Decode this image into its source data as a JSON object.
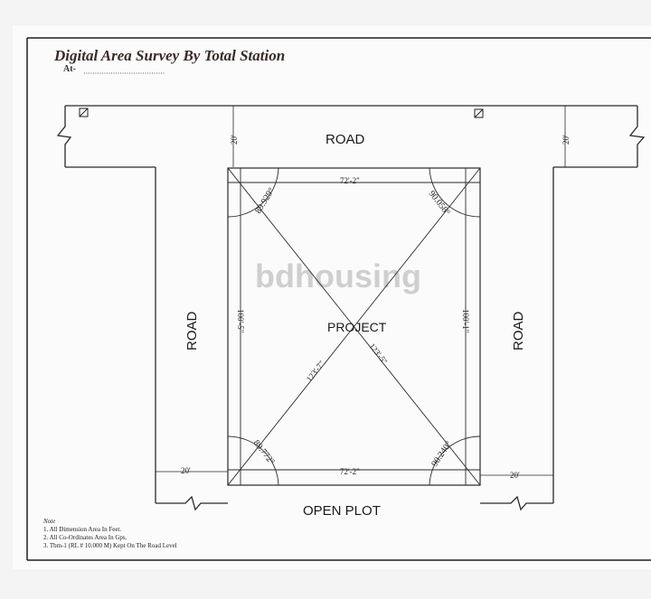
{
  "title": "Digital Area Survey By Total Station",
  "at_label": "At-",
  "roads": {
    "top": "ROAD",
    "left": "ROAD",
    "right": "ROAD",
    "bottom": "OPEN PLOT"
  },
  "project_label": "PROJECT",
  "watermark": "bdhousing",
  "dimensions": {
    "top_side": "72'-2\"",
    "bottom_side": "72'-2\"",
    "left_side": "100'-5\"",
    "right_side": "100'-1\"",
    "diag_1": "123'-7\"",
    "diag_2": "123'-5\"",
    "road_top_left": "20'",
    "road_top_right": "20'",
    "road_bottom_left": "20'",
    "road_bottom_right": "20'"
  },
  "angles": {
    "top_left": "89.929°",
    "top_right": "90.058°",
    "bottom_left": "89.772°",
    "bottom_right": "90.240°"
  },
  "notes": {
    "heading": "Note",
    "items": [
      "1. All Dimension Area In Feet.",
      "2. All Co-Ordinates Area In Gps.",
      "3. Tbm-1 (RL # 10.000 M) Kept On The Road Level"
    ]
  },
  "colors": {
    "line": "#2a2a2a",
    "watermark": "#cfcfcf",
    "border": "#1e1e1e"
  }
}
